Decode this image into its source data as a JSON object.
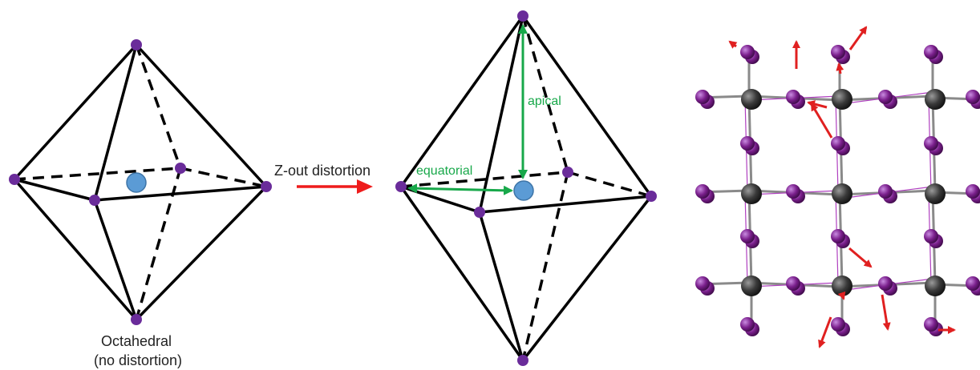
{
  "left_octahedron": {
    "caption_line1": "Octahedral",
    "caption_line2": "(no distortion)"
  },
  "transition": {
    "label": "Z-out distortion"
  },
  "distorted_octahedron": {
    "apical_label": "apical",
    "equatorial_label": "equatorial"
  },
  "colors": {
    "edge": "#000000",
    "vertex": "#6a2c9a",
    "center_atom": "#5b9bd5",
    "arrow_red": "#ee1c1c",
    "arrow_green": "#18a84a",
    "iodide": "#7a1f8c",
    "metal": "#3a3a3a",
    "bond_gray": "#8a8a8a",
    "displacement": "#e02020"
  },
  "icons": {
    "arrow": "right-arrow-icon",
    "vertex": "purple-atom-icon",
    "center": "blue-atom-icon"
  }
}
